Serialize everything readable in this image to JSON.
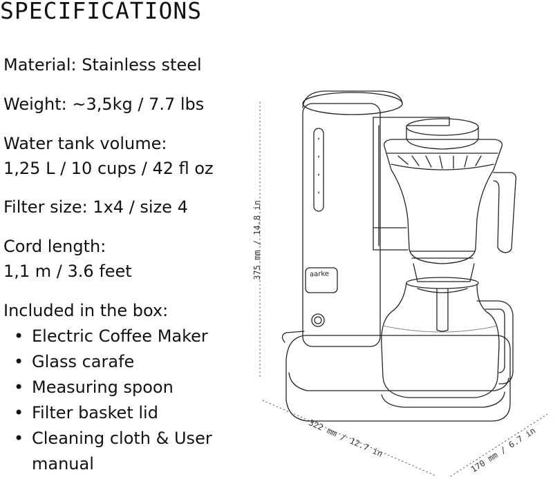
{
  "heading": "SPECIFICATIONS",
  "specs": [
    {
      "label": "Material:",
      "value": " Stainless steel"
    },
    {
      "label": "Weight:",
      "value": " ~3,5kg / 7.7 lbs"
    },
    {
      "label": "Water tank volume:",
      "value": "1,25 L / 10 cups / 42 fl oz"
    },
    {
      "label": "Filter size:",
      "value": " 1x4 / size 4"
    },
    {
      "label": "Cord length:",
      "value": "1,1 m / 3.6 feet"
    }
  ],
  "included": {
    "label": "Included in the box:",
    "items": [
      "Electric Coffee Maker",
      "Glass carafe",
      "Measuring spoon",
      "Filter basket lid",
      "Cleaning cloth & User",
      "manual"
    ]
  },
  "dimensions": {
    "height": "375 mm / 14.8 in",
    "width": "322 mm / 12.7 in",
    "depth": "170 mm / 6.7 in"
  },
  "brand": "aarke"
}
